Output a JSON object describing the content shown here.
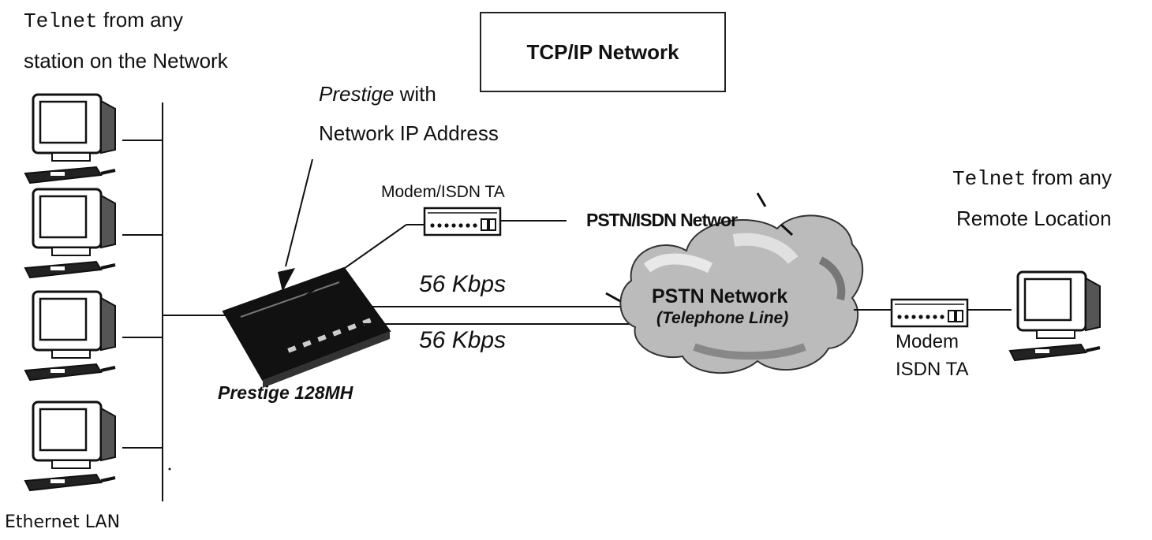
{
  "title": "TCP/IP Network",
  "local_telnet": {
    "mono": "Telnet",
    "rest": " from any",
    "line2": "station on the Network"
  },
  "remote_telnet": {
    "mono": "Telnet",
    "rest": " from any",
    "line2": "Remote Location"
  },
  "prestige_note": {
    "italic": "Prestige",
    "rest": " with",
    "line2": "Network IP Address"
  },
  "modem_isdn_ta": "Modem/ISDN TA",
  "pstn_isdn_network": "PSTN/ISDN Networ",
  "link_speeds": [
    "56 Kbps",
    "56 Kbps"
  ],
  "pstn_network": {
    "line1": "PSTN Network",
    "line2": "(Telephone Line)"
  },
  "remote_modem": {
    "line1": "Modem",
    "line2": "ISDN TA"
  },
  "router_label": "Prestige 128MH",
  "lan_label": "Ethernet LAN",
  "icons": {
    "lan_pc": "computer-icon",
    "remote_pc": "computer-icon",
    "router": "router-icon",
    "modem": "modem-icon",
    "cloud": "cloud-icon",
    "pointer": "arrow-icon"
  }
}
